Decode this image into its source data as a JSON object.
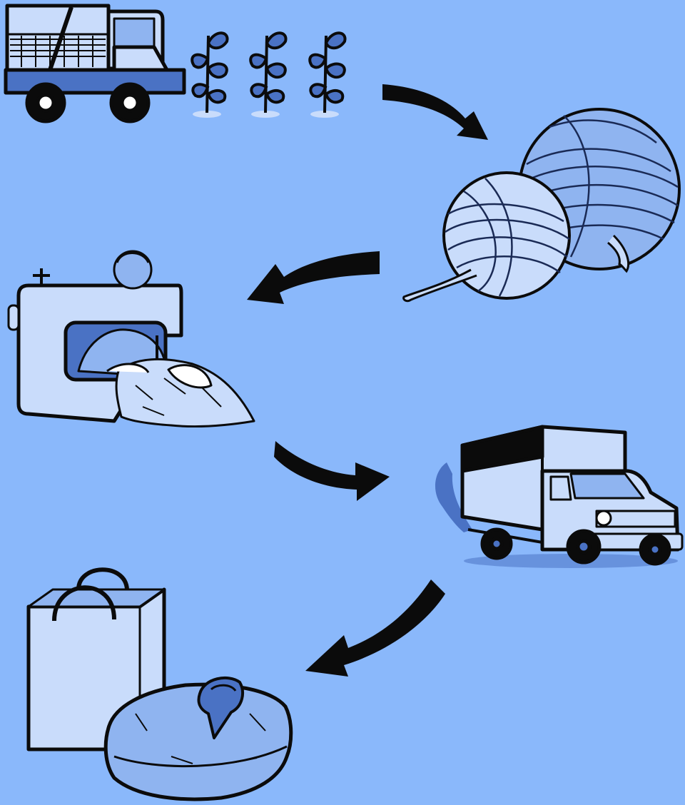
{
  "diagram": {
    "kind": "process-cycle",
    "stages": [
      {
        "id": "harvest",
        "icon": "cotton-harvester-icon"
      },
      {
        "id": "spinning",
        "icon": "yarn-balls-icon"
      },
      {
        "id": "sewing",
        "icon": "sewing-machine-icon"
      },
      {
        "id": "transport",
        "icon": "delivery-truck-icon"
      },
      {
        "id": "retail",
        "icon": "shopping-bag-shirt-icon"
      }
    ],
    "arrows": [
      {
        "from": "harvest",
        "to": "spinning"
      },
      {
        "from": "spinning",
        "to": "sewing"
      },
      {
        "from": "sewing",
        "to": "transport"
      },
      {
        "from": "transport",
        "to": "retail"
      }
    ],
    "colors": {
      "background": "#8ab8fb",
      "ink": "#0b0b0b",
      "fill_light": "#c9dcfb",
      "fill_mid": "#8fb4f0",
      "fill_dark": "#4a72c4"
    }
  }
}
